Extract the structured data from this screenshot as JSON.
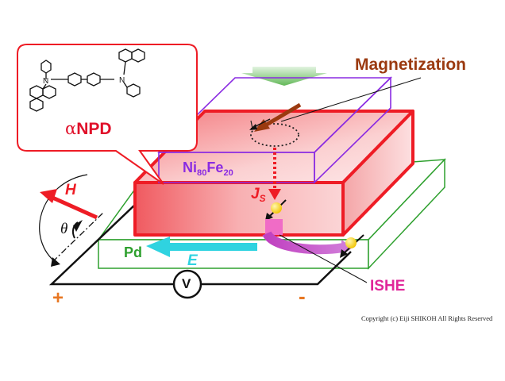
{
  "labels": {
    "magnetization": "Magnetization",
    "molecule_prefix": "α",
    "molecule_name": "NPD",
    "nife_base": "Ni",
    "nife_sub1": "80",
    "nife_mid": "Fe",
    "nife_sub2": "20",
    "js_base": "J",
    "js_sub": "S",
    "field_h": "H",
    "angle": "θ",
    "pd": "Pd",
    "efield": "E",
    "voltmeter": "V",
    "plus": "+",
    "minus": "-",
    "ishe": "ISHE",
    "copyright": "Copyright (c) Eiji SHIKOH All Rights Reserved"
  },
  "colors": {
    "magnetization_text": "#9b3a10",
    "molecule_text": "#e0102a",
    "nife": "#8a2be2",
    "red_layer": "#ee1c25",
    "pd": "#2ea02e",
    "e_arrow": "#2fd3e0",
    "ishe": "#e0279a",
    "terminal": "#e87722"
  }
}
